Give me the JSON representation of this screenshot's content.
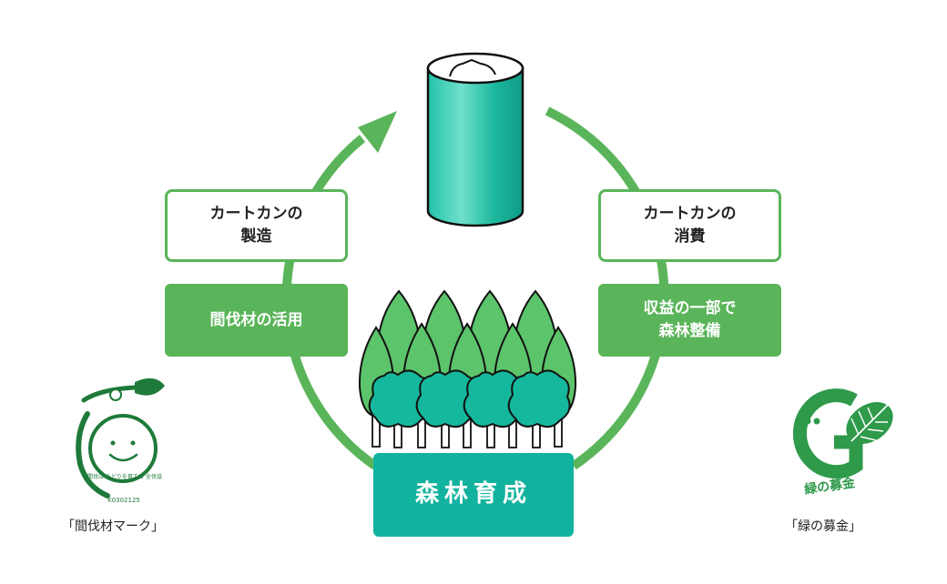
{
  "colors": {
    "cycle_green": "#5ab55a",
    "forest_teal": "#12b39e",
    "dark_green": "#1e7a3a",
    "can_teal": "#1fbfa5",
    "tree_green": "#5cc46b",
    "outline": "#111111"
  },
  "nodes": {
    "manufacture_label": "カートカンの\n製造",
    "thinning_use_label": "間伐材の活用",
    "consumption_label": "カートカンの\n消費",
    "profit_label": "収益の一部で\n森林整備",
    "forest_label": "森林育成"
  },
  "logos": {
    "thinning_mark": {
      "caption": "「間伐材マーク」",
      "arc_text": "間伐は みどりを育てる 全伐協",
      "code": "K0302125"
    },
    "green_fund": {
      "caption": "「緑の募金」",
      "logo_text": "緑の募金"
    }
  },
  "icons": [
    "carton-can-icon",
    "forest-trees-icon",
    "cycle-arrow-icon"
  ]
}
